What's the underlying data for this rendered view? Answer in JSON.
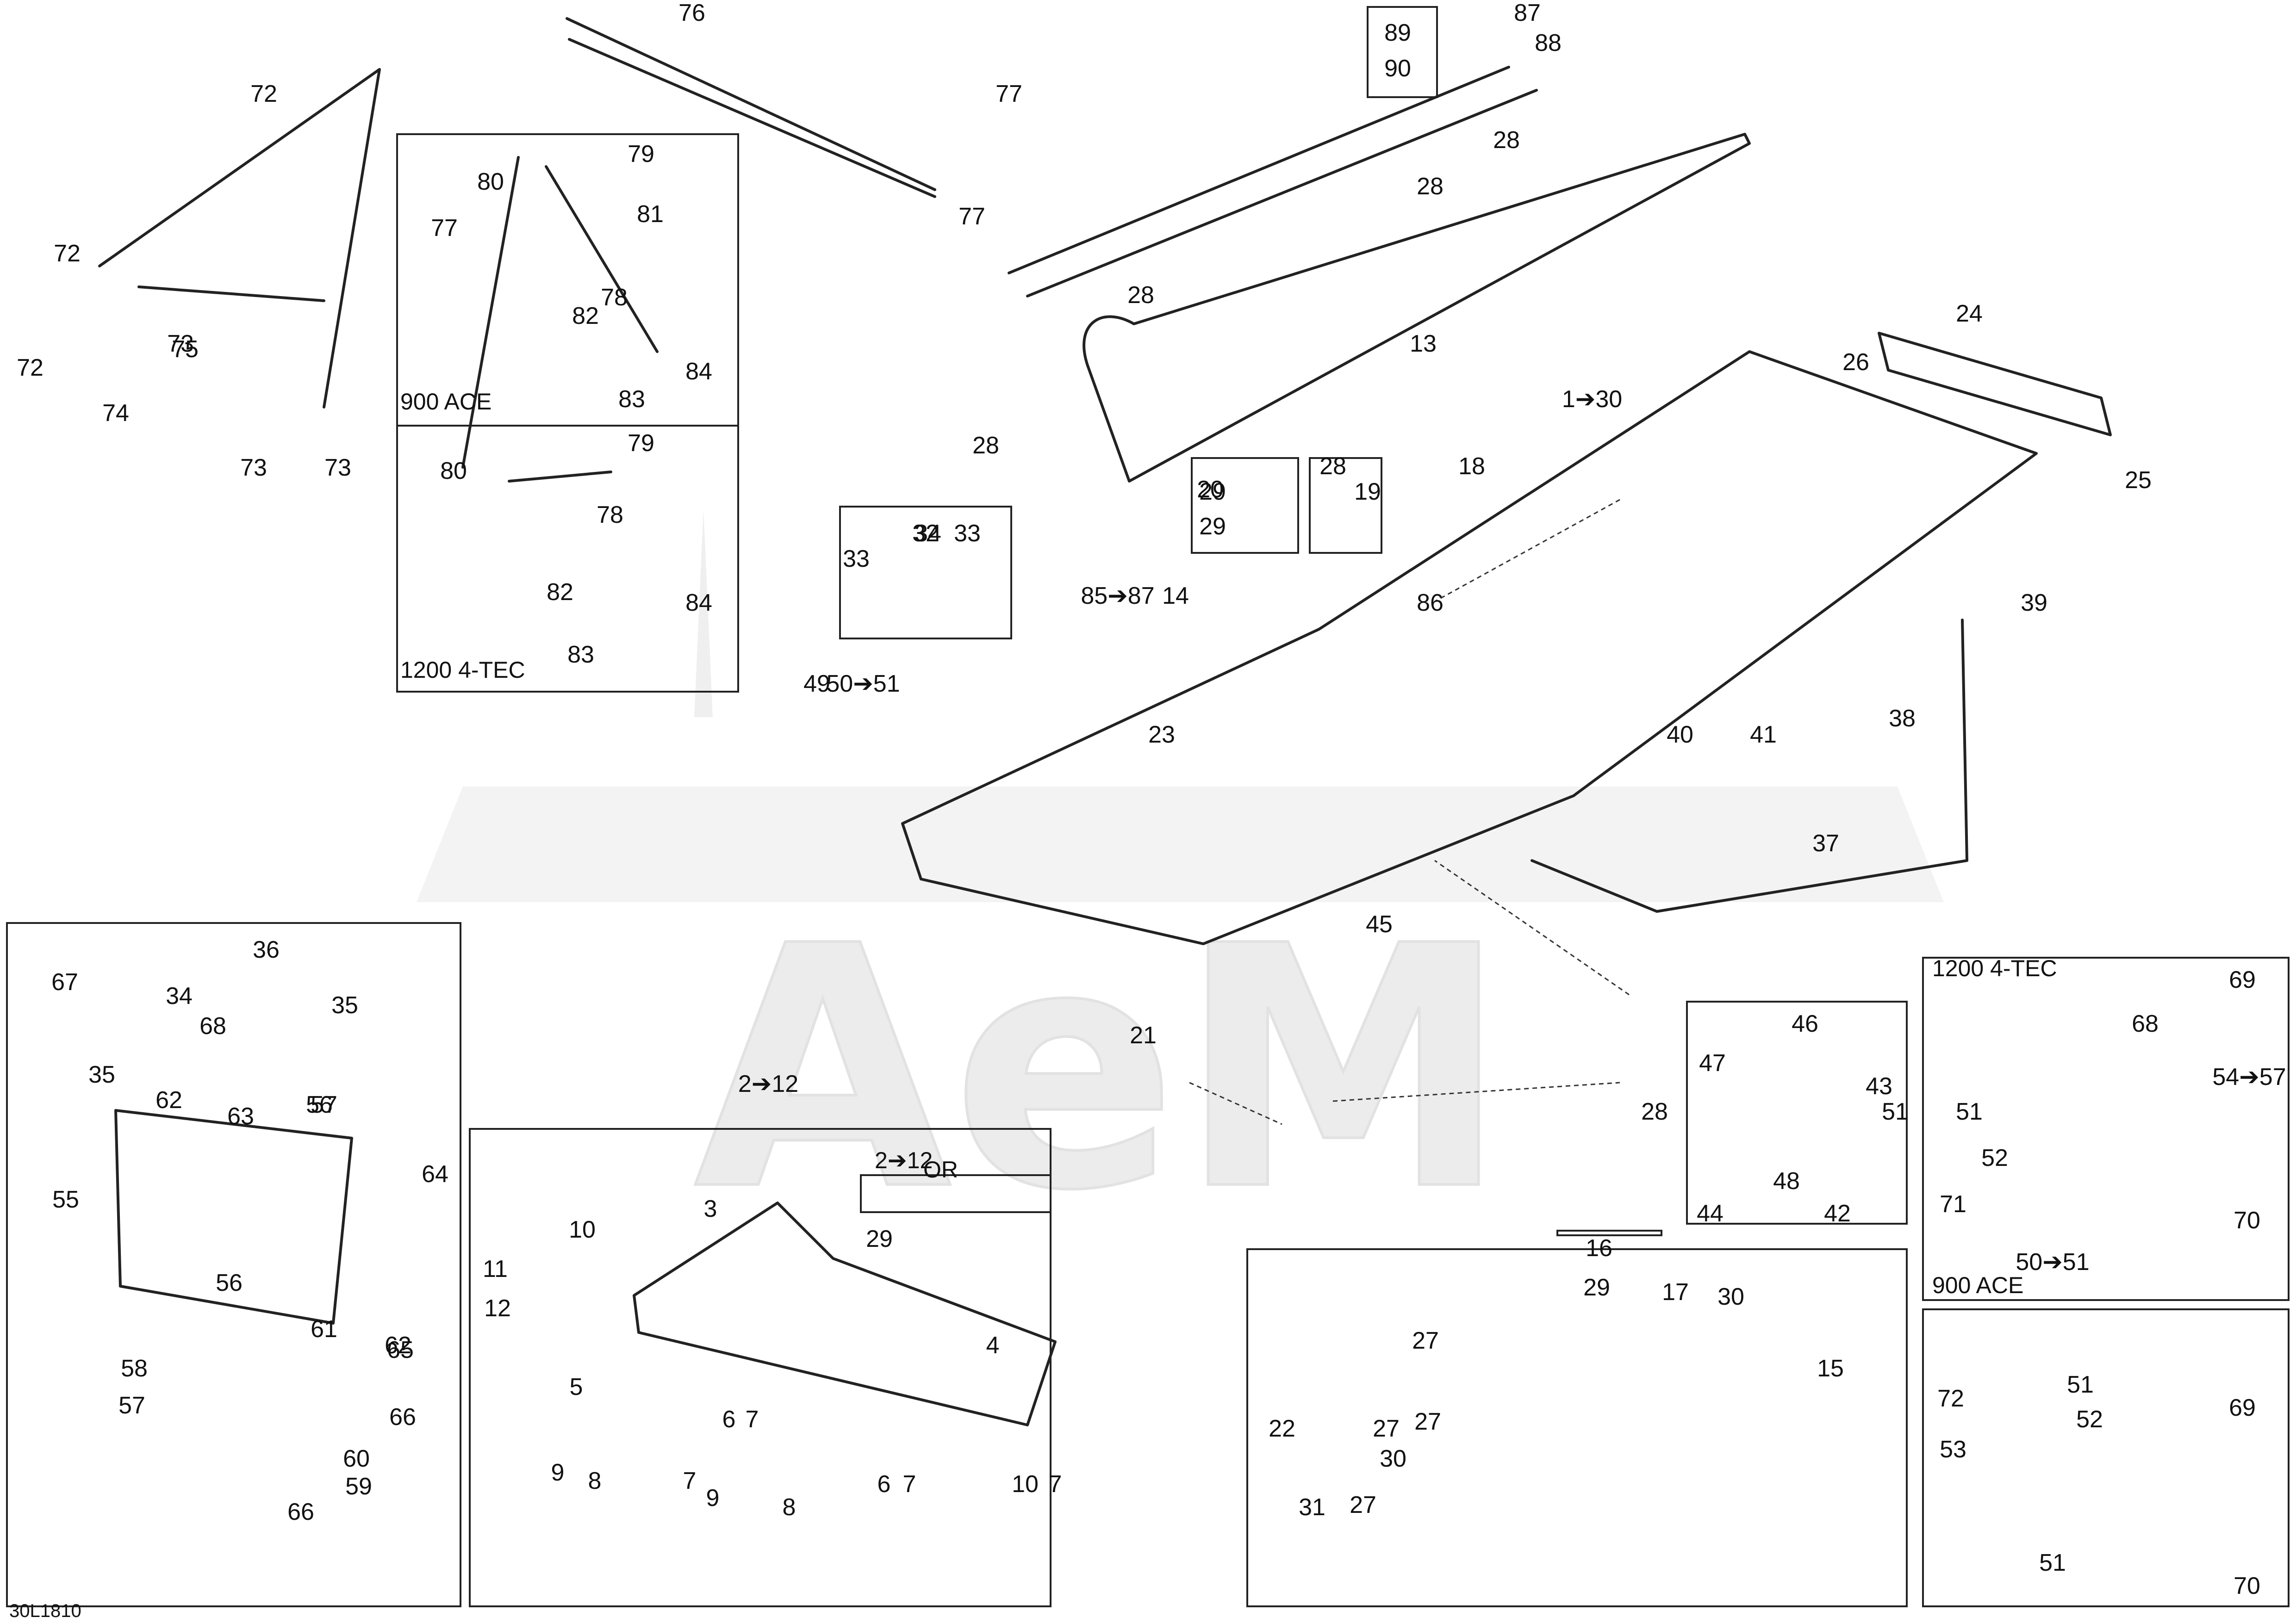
{
  "watermark": "AeM",
  "section_headings": [
    "900 ACE",
    "1200 4-TEC",
    "1200 4-TEC",
    "900 ACE",
    "2➔12",
    "OR"
  ],
  "figure_code": "30L1810",
  "callouts": [
    "1➔30",
    "2➔12",
    "3",
    "4",
    "5",
    "6",
    "6",
    "7",
    "7",
    "7",
    "7",
    "8",
    "8",
    "9",
    "9",
    "10",
    "10",
    "11",
    "12",
    "13",
    "14",
    "15",
    "16",
    "17",
    "18",
    "19",
    "20",
    "21",
    "22",
    "23",
    "24",
    "25",
    "26",
    "27",
    "27",
    "27",
    "27",
    "28",
    "28",
    "28",
    "28",
    "28",
    "28",
    "29",
    "29",
    "29",
    "29",
    "30",
    "30",
    "31",
    "32",
    "33",
    "33",
    "34",
    "34",
    "35",
    "35",
    "36",
    "37",
    "38",
    "39",
    "40",
    "41",
    "42",
    "43",
    "44",
    "45",
    "46",
    "47",
    "48",
    "49",
    "50➔51",
    "50➔51",
    "51",
    "51",
    "51",
    "51",
    "52",
    "52",
    "53",
    "54➔57",
    "55",
    "56",
    "56",
    "57",
    "57",
    "58",
    "59",
    "60",
    "61",
    "62",
    "62",
    "63",
    "64",
    "65",
    "66",
    "66",
    "67",
    "68",
    "68",
    "69",
    "69",
    "70",
    "70",
    "71",
    "72",
    "72",
    "72",
    "72",
    "73",
    "73",
    "73",
    "74",
    "75",
    "76",
    "77",
    "77",
    "77",
    "78",
    "78",
    "79",
    "79",
    "80",
    "80",
    "81",
    "82",
    "82",
    "83",
    "83",
    "84",
    "84",
    "85➔87",
    "86",
    "87",
    "88",
    "89",
    "90"
  ],
  "icons": [
    "box-outline",
    "dashed-leader-line",
    "arrow-glyph"
  ]
}
